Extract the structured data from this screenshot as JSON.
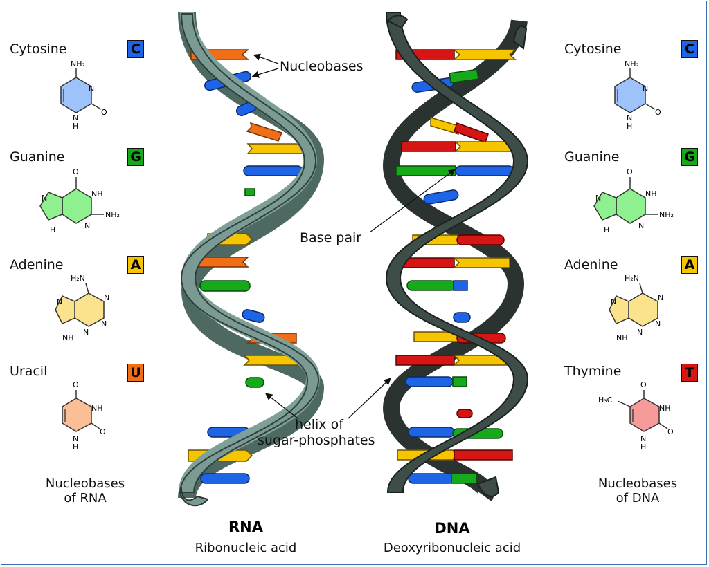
{
  "rna": {
    "title": "RNA",
    "subtitle": "Ribonucleic acid",
    "caption_line1": "Nucleobases",
    "caption_line2": "of RNA",
    "bases": [
      {
        "name": "Cytosine",
        "letter": "C",
        "color": "#1e64e6"
      },
      {
        "name": "Guanine",
        "letter": "G",
        "color": "#16a91a"
      },
      {
        "name": "Adenine",
        "letter": "A",
        "color": "#f7c500"
      },
      {
        "name": "Uracil",
        "letter": "U",
        "color": "#f06e18"
      }
    ]
  },
  "dna": {
    "title": "DNA",
    "subtitle": "Deoxyribonucleic acid",
    "caption_line1": "Nucleobases",
    "caption_line2": "of DNA",
    "bases": [
      {
        "name": "Cytosine",
        "letter": "C",
        "color": "#1e64e6"
      },
      {
        "name": "Guanine",
        "letter": "G",
        "color": "#16a91a"
      },
      {
        "name": "Adenine",
        "letter": "A",
        "color": "#f7c500"
      },
      {
        "name": "Thymine",
        "letter": "T",
        "color": "#d61515"
      }
    ]
  },
  "annotations": {
    "nucleobases": "Nucleobases",
    "base_pair": "Base pair",
    "helix_line1": "helix of",
    "helix_line2": "sugar-phosphates"
  },
  "atoms": {
    "N": "N",
    "NH": "NH",
    "H": "H",
    "O": "O",
    "NH2": "NH₂",
    "H2N": "H₂N",
    "H3C": "H₃C"
  },
  "colors": {
    "cytosine_fill": "#9ec2fa",
    "guanine_fill": "#8ff08f",
    "adenine_fill": "#fbe38e",
    "uracil_fill": "#fbbf98",
    "thymine_fill": "#f79a9a",
    "rna_backbone": "#6f8f86",
    "dna_backbone": "#374440",
    "frame": "#3b6fb0"
  }
}
